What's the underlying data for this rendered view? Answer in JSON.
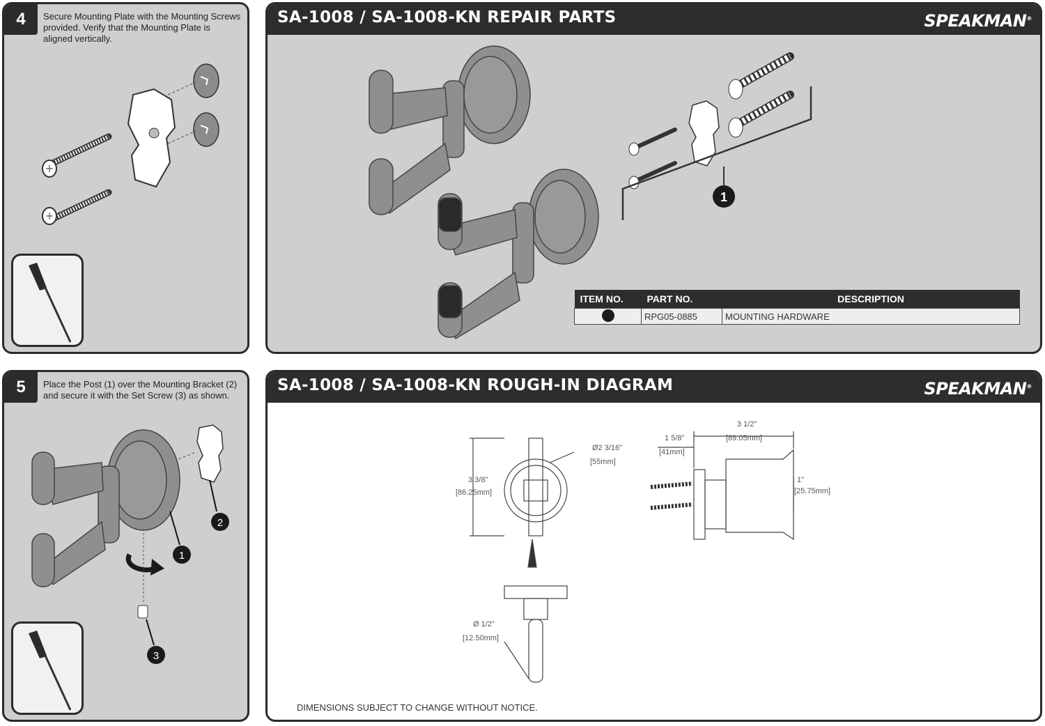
{
  "step4": {
    "number": "4",
    "text_lines": [
      "Secure Mounting Plate with the Mounting Screws",
      "provided. Verify that the Mounting Plate is",
      "aligned vertically."
    ]
  },
  "step5": {
    "number": "5",
    "text_lines": [
      "Place the Post (1) over the Mounting Bracket (2)",
      "and secure it with the Set Screw (3) as shown."
    ],
    "callouts": [
      "1",
      "2",
      "3"
    ]
  },
  "repair": {
    "title": "SA-1008 / SA-1008-KN REPAIR PARTS",
    "brand": "SPEAKMAN",
    "reg": "®",
    "callout": "1",
    "table": {
      "headers": [
        "ITEM NO.",
        "PART NO.",
        "DESCRIPTION"
      ],
      "rows": [
        {
          "part_no": "RPG05-0885",
          "description": "MOUNTING HARDWARE"
        }
      ]
    }
  },
  "roughin": {
    "title": "SA-1008 / SA-1008-KN ROUGH-IN DIAGRAM",
    "brand": "SPEAKMAN",
    "reg": "®",
    "dims": {
      "dia_plate": "Ø2 3/16\"",
      "dia_plate_mm": "[55mm]",
      "height": "3 3/8\"",
      "height_mm": "[86.25mm]",
      "projection": "3 1/2\"",
      "projection_mm": "[89.05mm]",
      "depth": "1 5/8\"",
      "depth_mm": "[41mm]",
      "width": "1\"",
      "width_mm": "[25.75mm]",
      "dia_post": "Ø 1/2\"",
      "dia_post_mm": "[12.50mm]"
    },
    "note": "DIMENSIONS SUBJECT TO CHANGE WITHOUT NOTICE."
  }
}
